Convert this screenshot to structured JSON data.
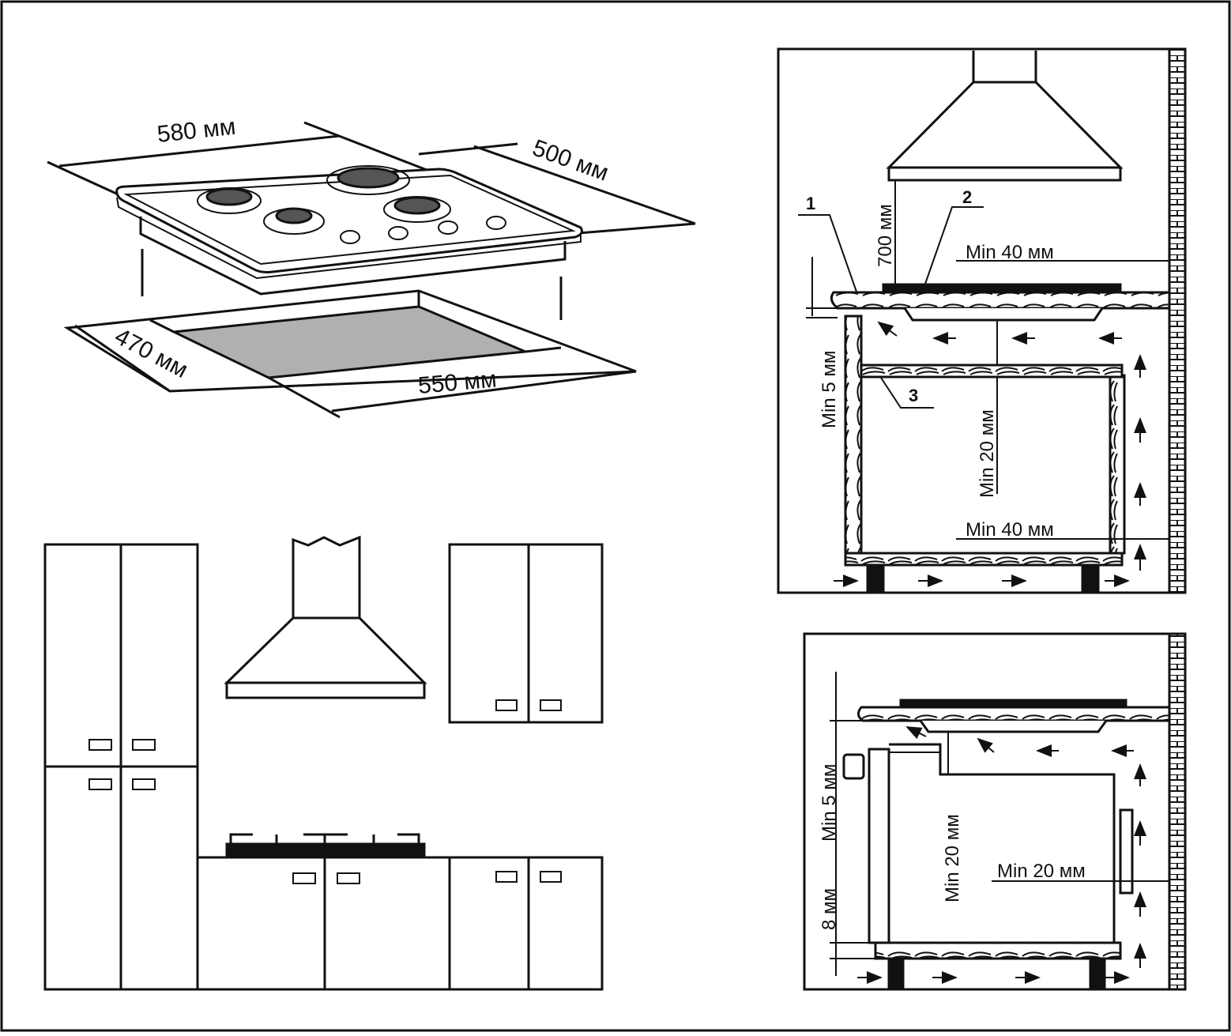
{
  "hob_dimensions": {
    "width": "580  мм",
    "depth": "500 мм",
    "cutout_depth": "470 мм",
    "cutout_width": "550 мм"
  },
  "ventilated_install": {
    "callout_1": "1",
    "callout_2": "2",
    "callout_3": "3",
    "hood_height": "700 мм",
    "min_wall_top": "Min 40 мм",
    "min_wall_bottom": "Min 40 мм",
    "min_side": "Min 5 мм",
    "min_below": "Min 20 мм"
  },
  "oven_install": {
    "min_side": "Min 5 мм",
    "min_below": "Min 20 мм",
    "min_wall": "Min 20 мм",
    "gap": "8 мм"
  },
  "colors": {
    "line": "#111111",
    "cutout_fill": "#b0b0b0",
    "burner_fill": "#555555",
    "background": "#ffffff"
  }
}
